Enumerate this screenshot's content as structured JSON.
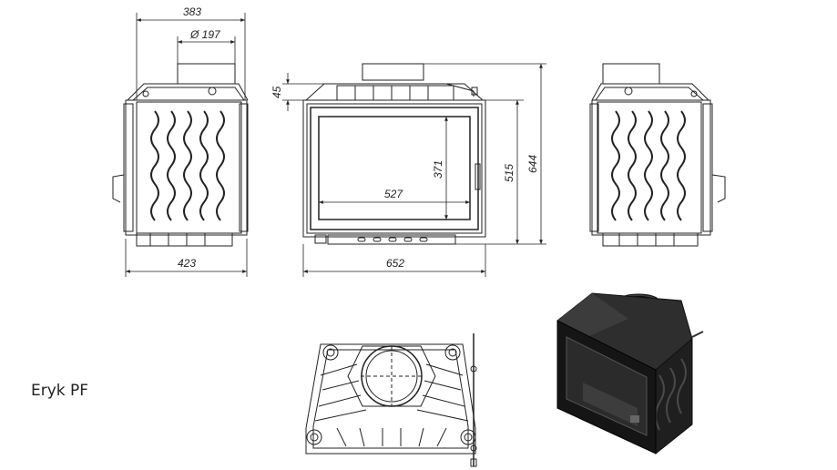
{
  "model_name": "Eryk PF",
  "dimensions": {
    "top_width": "383",
    "flue_diameter": "Ø 197",
    "flue_offset": "45",
    "side_depth": "423",
    "front_width": "652",
    "glass_width": "527",
    "glass_height": "371",
    "front_height": "515",
    "total_height": "644"
  }
}
